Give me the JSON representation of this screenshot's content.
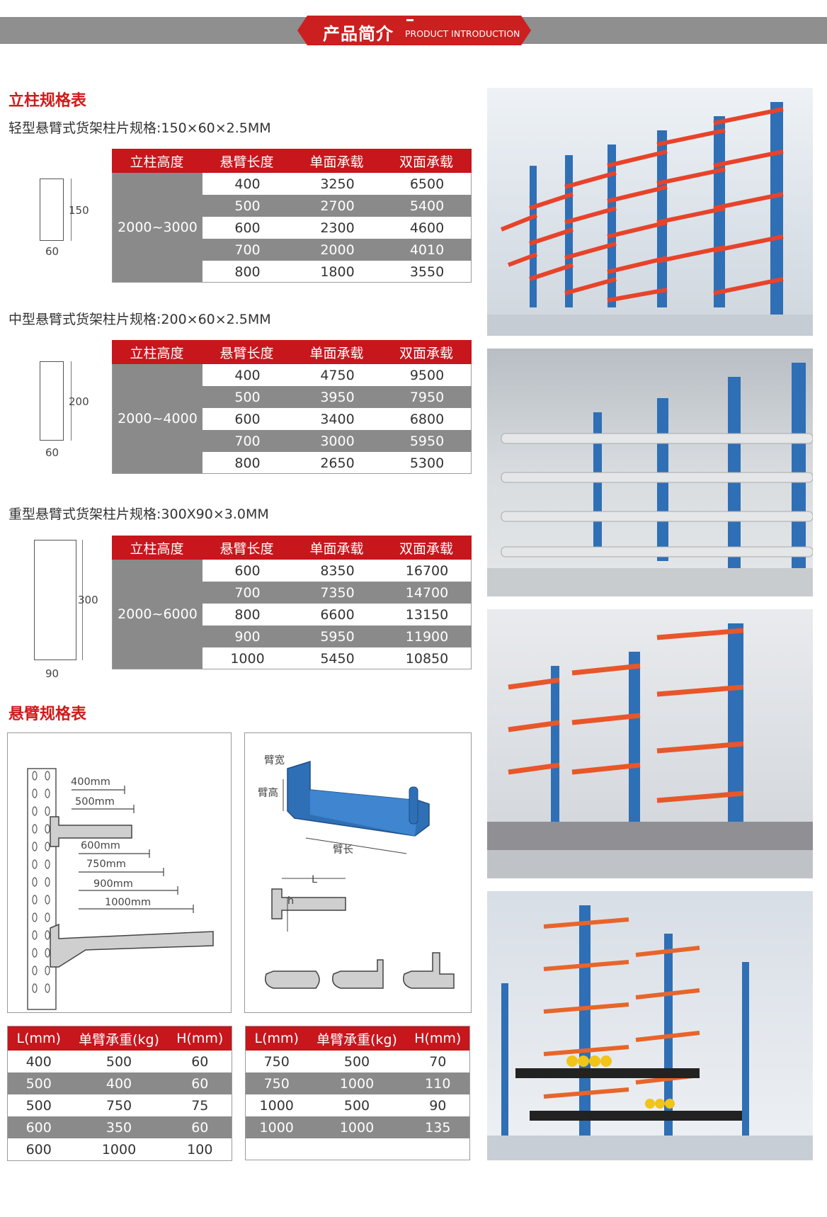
{
  "banner": {
    "title": "产品简介",
    "subtitle": "PRODUCT INTRODUCTION"
  },
  "upright": {
    "heading": "立柱规格表",
    "groups": [
      {
        "spec": "轻型悬臂式货架柱片规格:150×60×2.5MM",
        "profile_h": "150",
        "profile_w": "60",
        "height_range": "2000~3000",
        "rows": [
          [
            "400",
            "3250",
            "6500"
          ],
          [
            "500",
            "2700",
            "5400"
          ],
          [
            "600",
            "2300",
            "4600"
          ],
          [
            "700",
            "2000",
            "4010"
          ],
          [
            "800",
            "1800",
            "3550"
          ]
        ]
      },
      {
        "spec": "中型悬臂式货架柱片规格:200×60×2.5MM",
        "profile_h": "200",
        "profile_w": "60",
        "height_range": "2000~4000",
        "rows": [
          [
            "400",
            "4750",
            "9500"
          ],
          [
            "500",
            "3950",
            "7950"
          ],
          [
            "600",
            "3400",
            "6800"
          ],
          [
            "700",
            "3000",
            "5950"
          ],
          [
            "800",
            "2650",
            "5300"
          ]
        ]
      },
      {
        "spec": "重型悬臂式货架柱片规格:300X90×3.0MM",
        "profile_h": "300",
        "profile_w": "90",
        "height_range": "2000~6000",
        "rows": [
          [
            "600",
            "8350",
            "16700"
          ],
          [
            "700",
            "7350",
            "14700"
          ],
          [
            "800",
            "6600",
            "13150"
          ],
          [
            "900",
            "5950",
            "11900"
          ],
          [
            "1000",
            "5450",
            "10850"
          ]
        ]
      }
    ],
    "headers": [
      "立柱高度",
      "悬臂长度",
      "单面承载",
      "双面承载"
    ]
  },
  "arm": {
    "heading": "悬臂规格表",
    "lengths_top": [
      "400mm",
      "500mm"
    ],
    "lengths_bottom": [
      "600mm",
      "750mm",
      "900mm",
      "1000mm"
    ],
    "arm_labels": {
      "width": "臂宽",
      "height": "臂高",
      "length": "臂长",
      "L": "L",
      "h": "h"
    },
    "headers": [
      "L(mm)",
      "单臂承重(kg)",
      "H(mm)"
    ],
    "table_left": [
      [
        "400",
        "500",
        "60"
      ],
      [
        "500",
        "400",
        "60"
      ],
      [
        "500",
        "750",
        "75"
      ],
      [
        "600",
        "350",
        "60"
      ],
      [
        "600",
        "1000",
        "100"
      ]
    ],
    "table_right": [
      [
        "750",
        "500",
        "70"
      ],
      [
        "750",
        "1000",
        "110"
      ],
      [
        "1000",
        "500",
        "90"
      ],
      [
        "1000",
        "1000",
        "135"
      ]
    ]
  },
  "colors": {
    "accent": "#c7161c",
    "gray": "#8a8a8a",
    "rack_blue": "#2f6fb5",
    "rack_orange": "#e8562a"
  }
}
